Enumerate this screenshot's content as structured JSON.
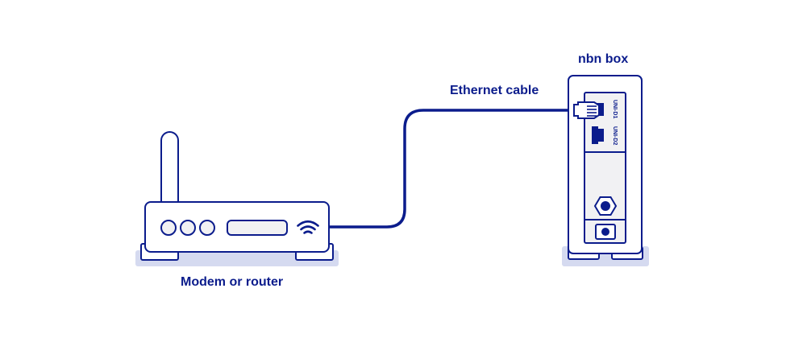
{
  "labels": {
    "modem_router": "Modem or router",
    "ethernet_cable": "Ethernet cable",
    "nbn_box": "nbn box"
  },
  "ports": {
    "uni_d1": "UNI-D1",
    "uni_d2": "UNI-D2"
  },
  "colors": {
    "stroke": "#0b1c8c",
    "panel_fill": "#f1f1f3",
    "shadow": "#d5daf0",
    "background": "#ffffff"
  },
  "icons": [
    "wifi-icon",
    "ethernet-plug-icon",
    "ethernet-port-icon",
    "hex-connector-icon",
    "power-socket-icon"
  ]
}
